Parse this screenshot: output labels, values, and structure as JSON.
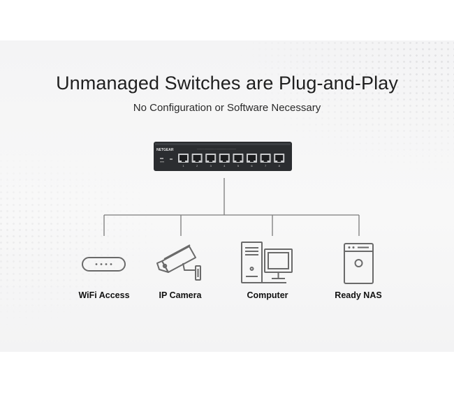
{
  "title": "Unmanaged Switches are Plug-and-Play",
  "subtitle": "No Configuration or Software Necessary",
  "switch": {
    "brand": "NETGEAR",
    "port_count": 8,
    "port_numbers": [
      "1",
      "2",
      "3",
      "4",
      "5",
      "6",
      "7",
      "8"
    ]
  },
  "devices": [
    {
      "label": "WiFi Access",
      "icon": "wifi-access-point-icon"
    },
    {
      "label": "IP Camera",
      "icon": "ip-camera-icon"
    },
    {
      "label": "Computer",
      "icon": "computer-icon"
    },
    {
      "label": "Ready NAS",
      "icon": "nas-storage-icon"
    }
  ],
  "colors": {
    "line": "#7b7b7b",
    "icon": "#6a6a6a",
    "switch_body": "#2b2d30"
  }
}
